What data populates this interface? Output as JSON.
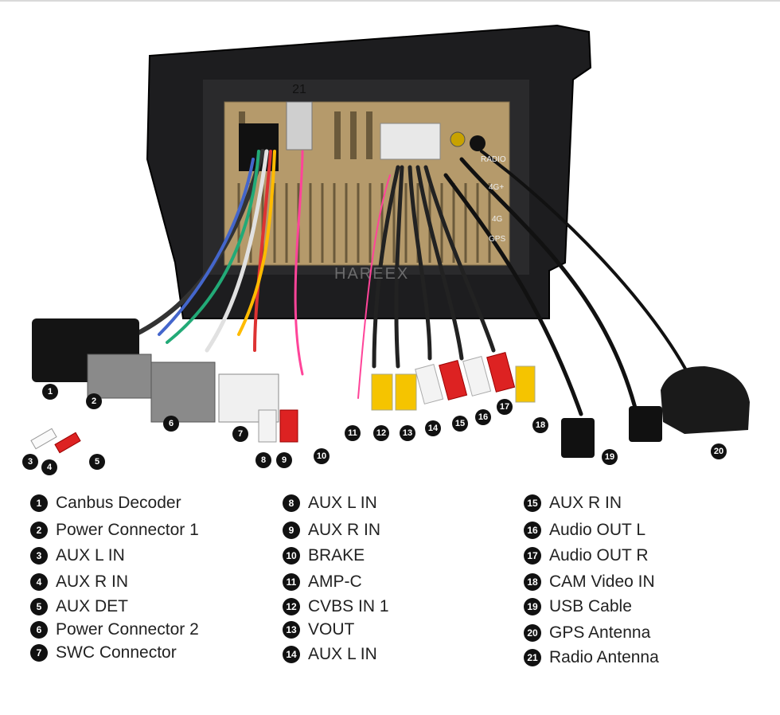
{
  "photo": {
    "connector_number": "21",
    "watermark": "HAREEX",
    "port_labels": {
      "radio": "RADIO",
      "fourg_a": "4G+",
      "fourg_b": "4G",
      "gps": "GPS"
    },
    "callouts": [
      "1",
      "2",
      "3",
      "4",
      "5",
      "6",
      "7",
      "8",
      "9",
      "10",
      "11",
      "12",
      "13",
      "14",
      "15",
      "16",
      "17",
      "18",
      "19",
      "20"
    ]
  },
  "legend": {
    "items": [
      {
        "num": "1",
        "label": "Canbus Decoder"
      },
      {
        "num": "2",
        "label": "Power Connector 1"
      },
      {
        "num": "3",
        "label": "AUX L IN"
      },
      {
        "num": "4",
        "label": "AUX R IN"
      },
      {
        "num": "5",
        "label": "AUX DET"
      },
      {
        "num": "6",
        "label": "Power Connector 2"
      },
      {
        "num": "7",
        "label": "SWC Connector"
      },
      {
        "num": "8",
        "label": "AUX L IN"
      },
      {
        "num": "9",
        "label": "AUX R IN"
      },
      {
        "num": "10",
        "label": "BRAKE"
      },
      {
        "num": "11",
        "label": "AMP-C"
      },
      {
        "num": "12",
        "label": "CVBS IN 1"
      },
      {
        "num": "13",
        "label": "VOUT"
      },
      {
        "num": "14",
        "label": "AUX L IN"
      },
      {
        "num": "15",
        "label": "AUX R IN"
      },
      {
        "num": "16",
        "label": "Audio OUT L"
      },
      {
        "num": "17",
        "label": "Audio OUT R"
      },
      {
        "num": "18",
        "label": "CAM Video IN"
      },
      {
        "num": "19",
        "label": "USB Cable"
      },
      {
        "num": "20",
        "label": "GPS Antenna"
      },
      {
        "num": "21",
        "label": "Radio Antenna"
      }
    ]
  }
}
